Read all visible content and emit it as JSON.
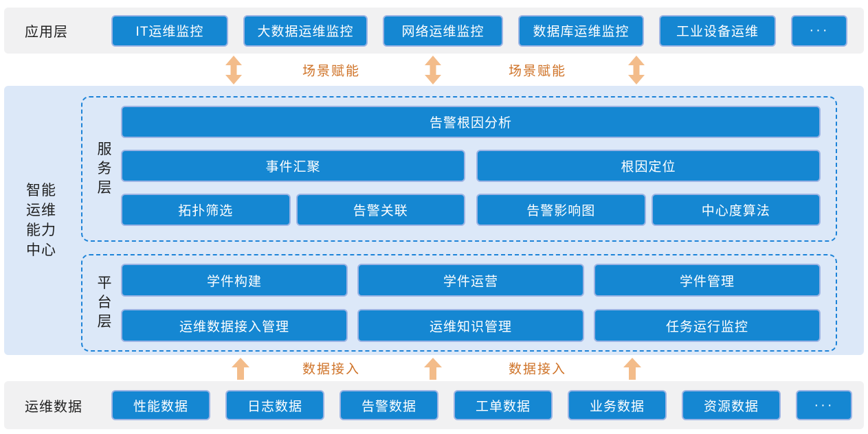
{
  "app_layer": {
    "label": "应用层",
    "boxes": [
      "IT运维监控",
      "大数据运维监控",
      "网络运维监控",
      "数据库运维监控",
      "工业设备运维",
      "···"
    ]
  },
  "scene_gap": {
    "label_1": "场景赋能",
    "label_2": "场景赋能"
  },
  "capability_center": {
    "label": "智能运维能力中心"
  },
  "service_layer": {
    "label": "服务层",
    "row1": [
      "告警根因分析"
    ],
    "row2": [
      "事件汇聚",
      "根因定位"
    ],
    "row3": [
      "拓扑筛选",
      "告警关联",
      "告警影响图",
      "中心度算法"
    ]
  },
  "platform_layer": {
    "label": "平台层",
    "row1": [
      "学件构建",
      "学件运营",
      "学件管理"
    ],
    "row2": [
      "运维数据接入管理",
      "运维知识管理",
      "任务运行监控"
    ]
  },
  "data_gap": {
    "label_1": "数据接入",
    "label_2": "数据接入"
  },
  "data_layer": {
    "label": "运维数据",
    "boxes": [
      "性能数据",
      "日志数据",
      "告警数据",
      "工单数据",
      "业务数据",
      "资源数据",
      "···"
    ]
  },
  "colors": {
    "box_blue": "#1587d2",
    "box_border": "#9db4e4",
    "band_gray": "#f1f1f2",
    "band_blue": "#dce8f8",
    "dashed_blue": "#1d83d8",
    "arrow_orange": "#f3bc8a",
    "label_orange": "#cf7328"
  }
}
